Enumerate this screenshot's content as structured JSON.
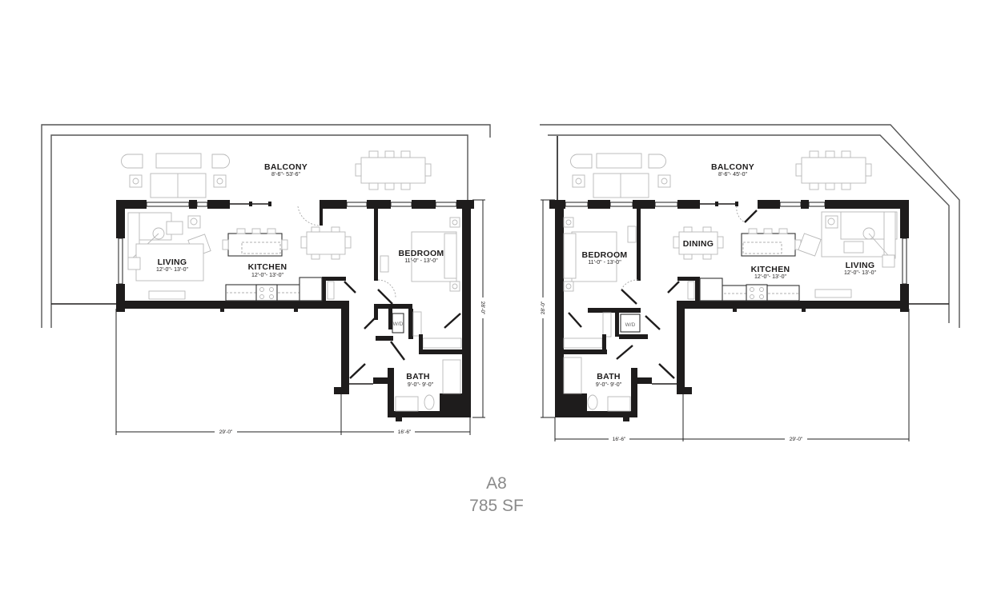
{
  "unit": {
    "name": "A8",
    "area": "785 SF"
  },
  "plans": [
    {
      "id": "left-plan",
      "rooms": {
        "balcony": {
          "name": "BALCONY",
          "dims": "8'-6\"- 53'-6\""
        },
        "living": {
          "name": "LIVING",
          "dims": "12'-0\"- 13'-0\""
        },
        "kitchen": {
          "name": "KITCHEN",
          "dims": "12'-0\"- 13'-0\""
        },
        "bedroom": {
          "name": "BEDROOM",
          "dims": "11'-0\" - 13'-0\""
        },
        "bath": {
          "name": "BATH",
          "dims": "9'-0\"- 9'-0\""
        },
        "laundry": {
          "name": "W/D"
        }
      },
      "dimensions": {
        "width_a": "29'-0\"",
        "width_b": "16'-6\"",
        "depth": "28'-0\""
      }
    },
    {
      "id": "right-plan",
      "rooms": {
        "balcony": {
          "name": "BALCONY",
          "dims": "8'-6\"- 45'-0\""
        },
        "dining": {
          "name": "DINING"
        },
        "living": {
          "name": "LIVING",
          "dims": "12'-0\"- 13'-0\""
        },
        "kitchen": {
          "name": "KITCHEN",
          "dims": "12'-0\"- 13'-0\""
        },
        "bedroom": {
          "name": "BEDROOM",
          "dims": "11'-0\" - 13'-0\""
        },
        "bath": {
          "name": "BATH",
          "dims": "9'-0\"- 9'-0\""
        },
        "laundry": {
          "name": "W/D"
        }
      },
      "dimensions": {
        "width_a": "16'-6\"",
        "width_b": "29'-0\"",
        "depth": "28'-0\""
      }
    }
  ],
  "colors": {
    "wall": "#1e1c1c",
    "caption": "#8a8a8a",
    "furniture": "#b8b8b8",
    "background": "#ffffff"
  }
}
